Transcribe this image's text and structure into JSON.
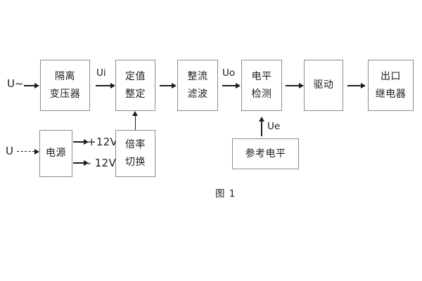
{
  "figure": {
    "caption": "图 1",
    "background": "#ffffff",
    "box_border_color": "#8c8c8c",
    "line_color": "#1d1d1d"
  },
  "inputs": [
    {
      "id": "ac-input",
      "label": "U~",
      "type": "ac",
      "arrow": "solid"
    },
    {
      "id": "dc-input",
      "label": "U",
      "type": "dc",
      "arrow": "dashed"
    }
  ],
  "blocks": [
    {
      "id": "isolation-transformer",
      "line1": "隔离",
      "line2": "变压器"
    },
    {
      "id": "setting-value",
      "line1": "定值",
      "line2": "整定"
    },
    {
      "id": "rectify-filter",
      "line1": "整流",
      "line2": "滤波"
    },
    {
      "id": "level-detection",
      "line1": "电平",
      "line2": "检测"
    },
    {
      "id": "drive",
      "line1": "驱动",
      "line2": ""
    },
    {
      "id": "output-relay",
      "line1": "出口",
      "line2": "继电器"
    },
    {
      "id": "power-supply",
      "line1": "电源",
      "line2": ""
    },
    {
      "id": "multiplier-switch",
      "line1": "倍率",
      "line2": "切换"
    },
    {
      "id": "reference-level",
      "line1": "参考电平",
      "line2": ""
    }
  ],
  "signal_labels": [
    {
      "id": "ui",
      "text": "Ui",
      "between": "isolation-transformer → setting-value"
    },
    {
      "id": "uo",
      "text": "Uo",
      "between": "rectify-filter → level-detection"
    },
    {
      "id": "ue",
      "text": "Ue",
      "between": "reference-level → level-detection"
    }
  ],
  "supply_rails": [
    {
      "id": "rail-positive",
      "text": "+12V"
    },
    {
      "id": "rail-negative",
      "text": "- 12V"
    }
  ]
}
